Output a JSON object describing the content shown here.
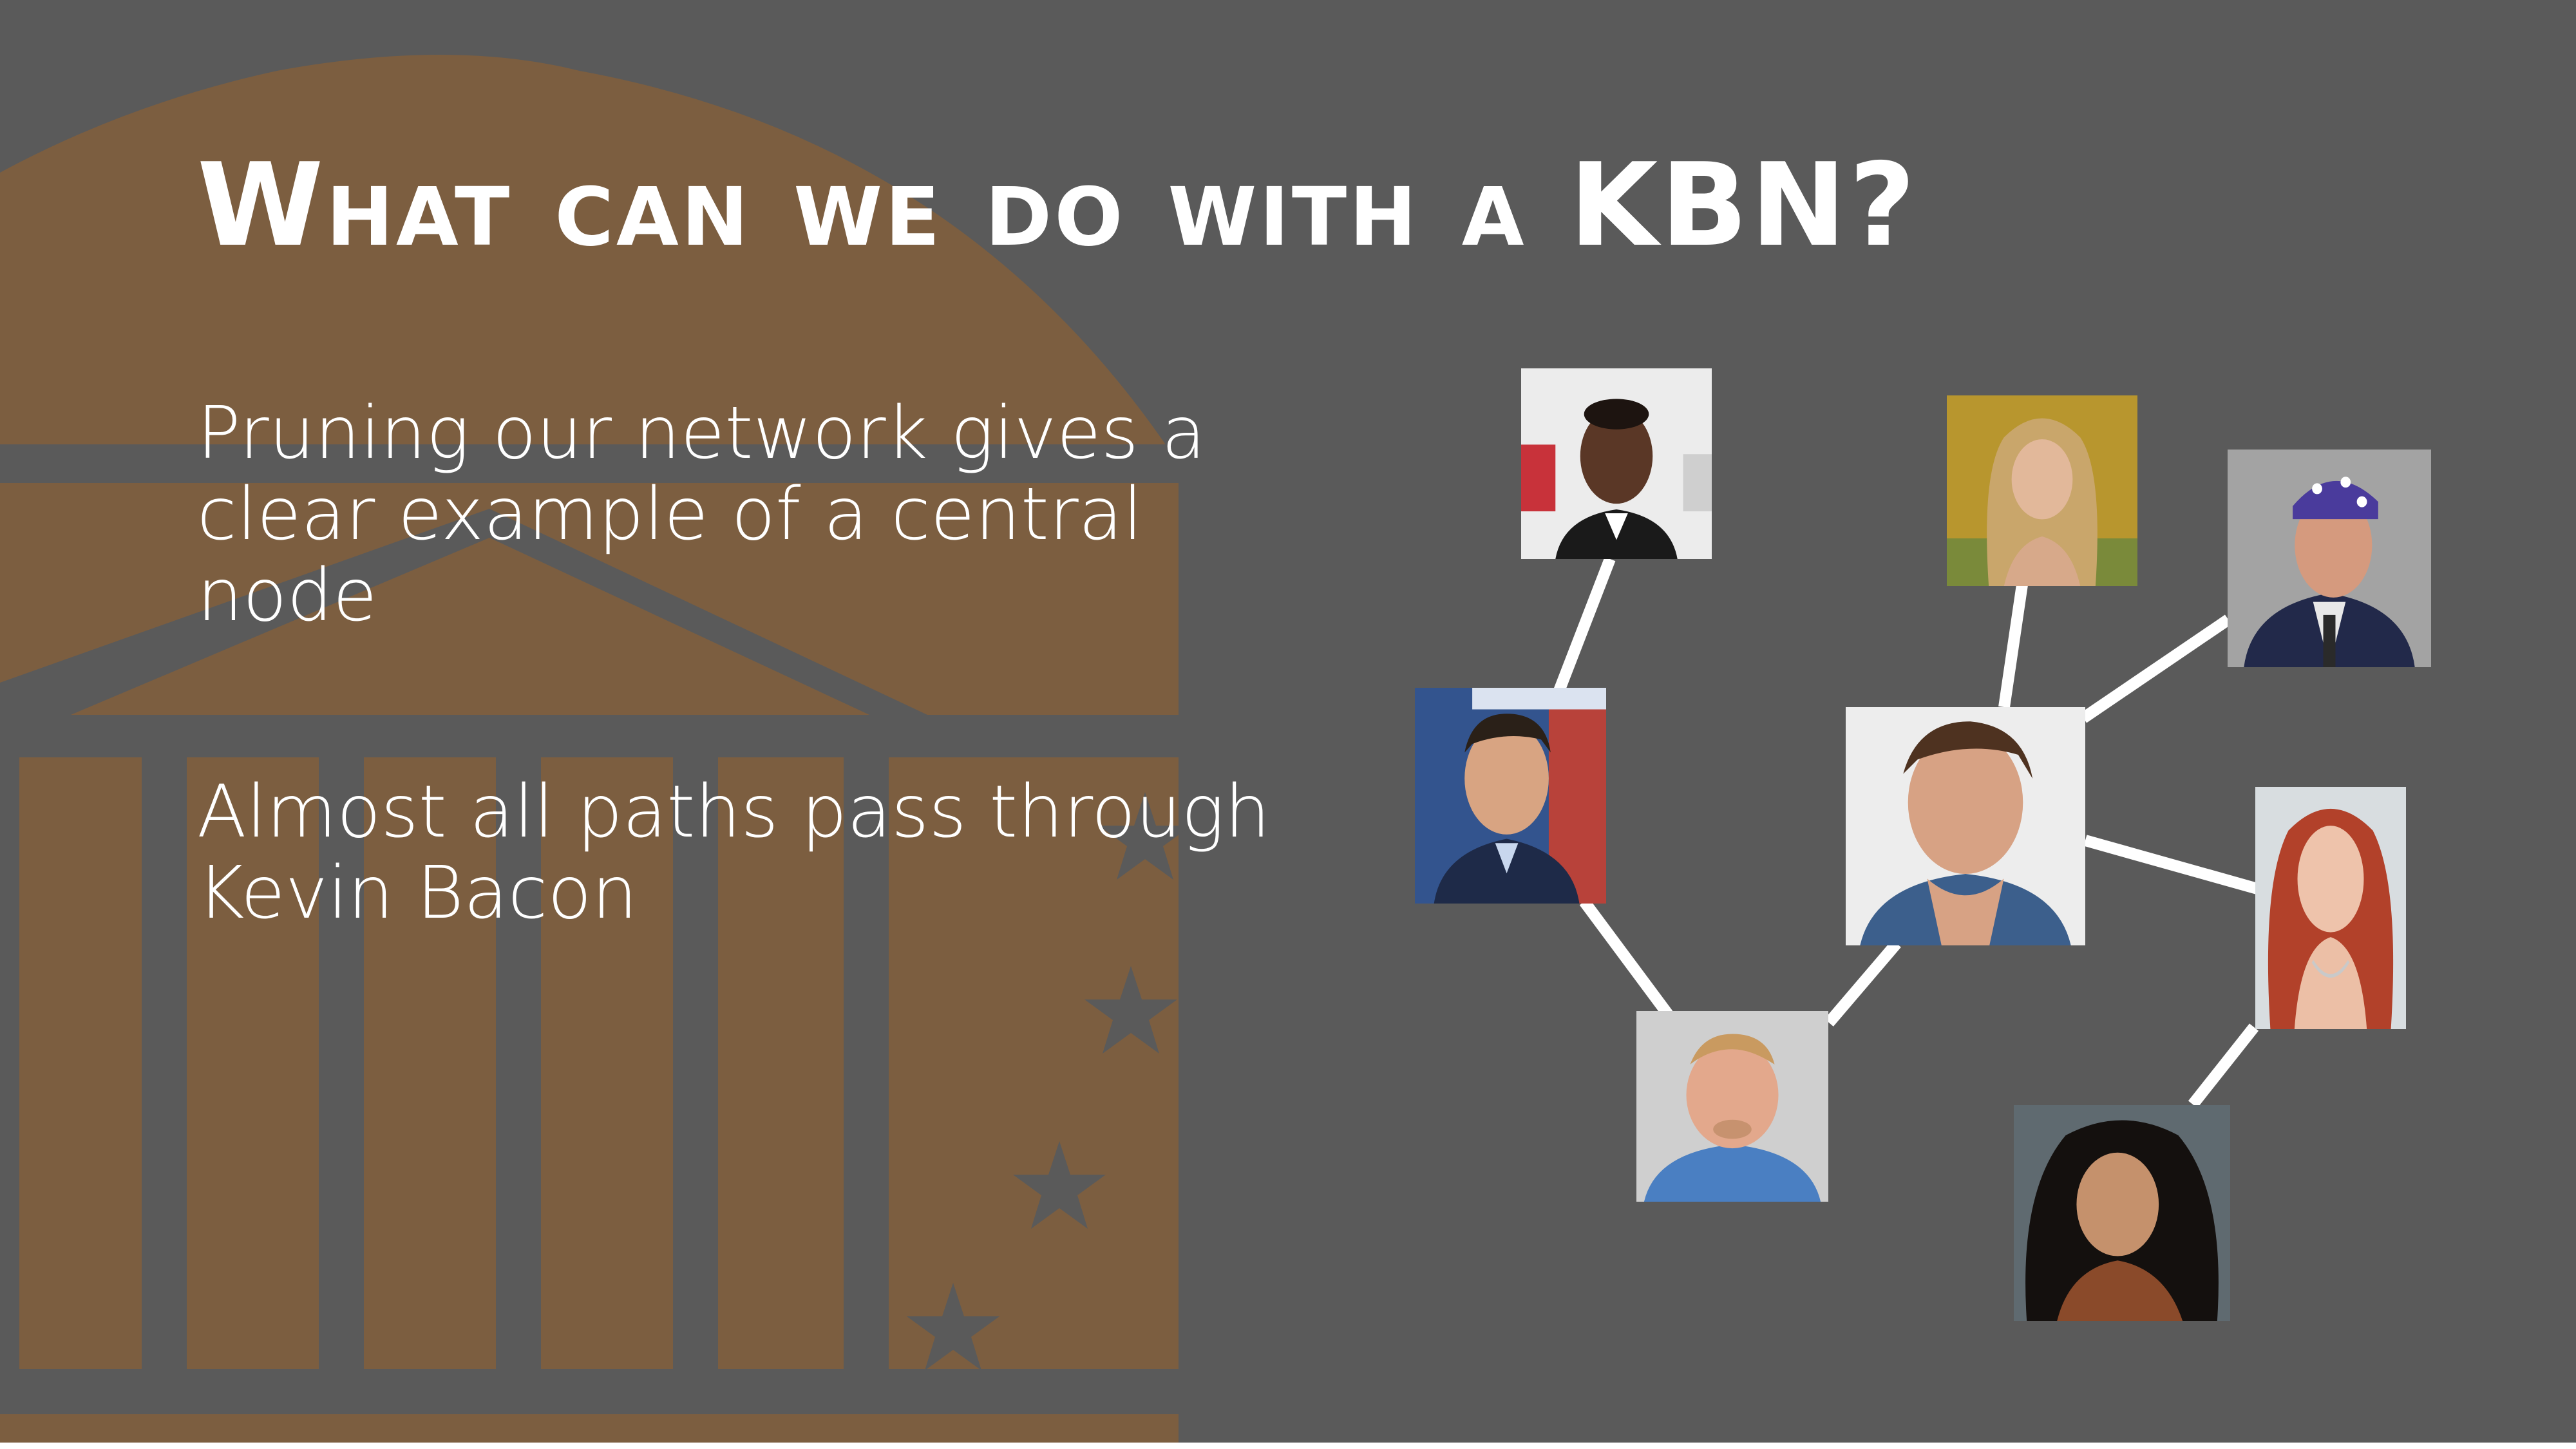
{
  "slide": {
    "title": "What can we do with a KBN?",
    "bullets": [
      "Pruning our network gives a clear example of a central node",
      "Almost all paths pass through Kevin Bacon"
    ]
  },
  "colors": {
    "background": "#5a5a5a",
    "accent_gold": "#7c5e40",
    "text": "#ffffff",
    "edge": "#ffffff"
  },
  "network": {
    "nodes": [
      {
        "id": "portrait-top-left",
        "icon": "portrait-photo"
      },
      {
        "id": "portrait-top-middle",
        "icon": "portrait-photo"
      },
      {
        "id": "portrait-top-right",
        "icon": "portrait-photo"
      },
      {
        "id": "portrait-left",
        "icon": "portrait-photo"
      },
      {
        "id": "portrait-center-kevin-bacon",
        "icon": "portrait-photo"
      },
      {
        "id": "portrait-right",
        "icon": "portrait-photo"
      },
      {
        "id": "portrait-bottom-middle",
        "icon": "portrait-photo"
      },
      {
        "id": "portrait-bottom-right",
        "icon": "portrait-photo"
      }
    ]
  }
}
